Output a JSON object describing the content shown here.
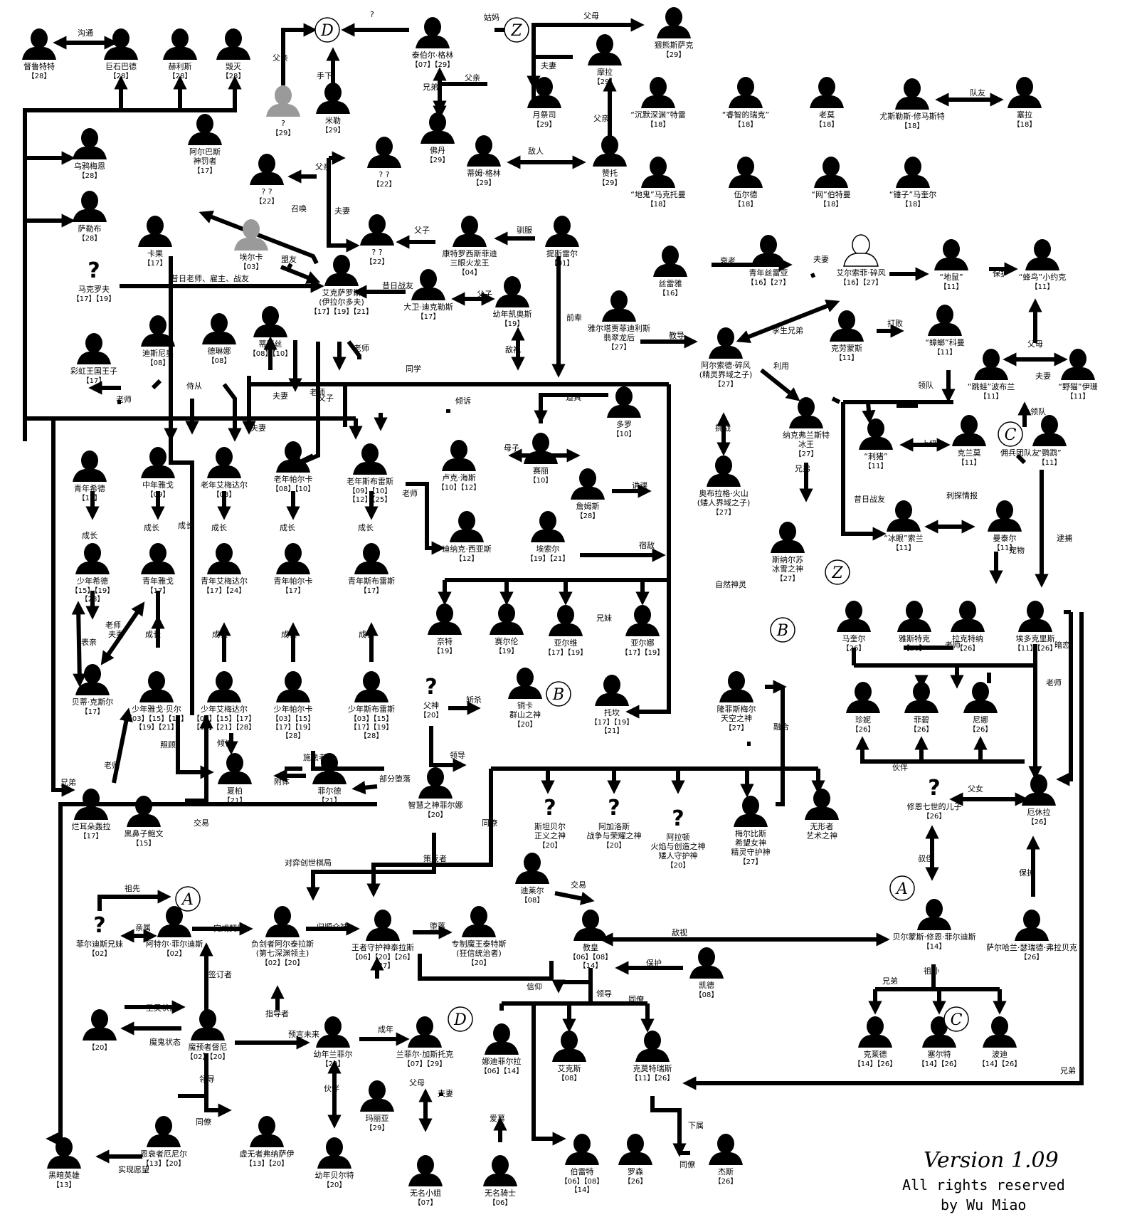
{
  "colors": {
    "ink": "#000000",
    "paper": "#ffffff",
    "grey": "#9a9a9a"
  },
  "nodes": [
    {
      "id": "dulute",
      "name": "督鲁特特",
      "tags": "【28】",
      "icon": "silhouette"
    },
    {
      "id": "jushibade",
      "name": "巨石巴德",
      "tags": "【28】",
      "icon": "silhouette"
    },
    {
      "id": "helisi",
      "name": "赫利斯",
      "tags": "【28】",
      "icon": "silhouette"
    },
    {
      "id": "huimie",
      "name": "毁灭",
      "tags": "【28】",
      "icon": "silhouette"
    },
    {
      "id": "q29",
      "name": "?",
      "tags": "【29】",
      "icon": "silhouette-grey"
    },
    {
      "id": "mile",
      "name": "米勒",
      "tags": "【29】",
      "icon": "silhouette"
    },
    {
      "id": "taibaier",
      "name": "泰伯尔·格林",
      "tags": "【07】【29】",
      "icon": "silhouette"
    },
    {
      "id": "foudan",
      "name": "佛丹",
      "tags": "【29】",
      "icon": "silhouette"
    },
    {
      "id": "dimu",
      "name": "蒂姆·格林",
      "tags": "【29】",
      "icon": "silhouette"
    },
    {
      "id": "yuejisi",
      "name": "月祭司",
      "tags": "【29】",
      "icon": "silhouette"
    },
    {
      "id": "mola",
      "name": "摩拉",
      "tags": "【29】",
      "icon": "silhouette"
    },
    {
      "id": "zantuo",
      "name": "赞托",
      "tags": "【29】",
      "icon": "silhouette"
    },
    {
      "id": "lixiong",
      "name": "猥熊斯萨克",
      "tags": "【29】",
      "icon": "silhouette"
    },
    {
      "id": "chenmo",
      "name": "“沉默深渊”特雷",
      "tags": "【18】",
      "icon": "silhouette"
    },
    {
      "id": "ruizhi",
      "name": "“睿智的瑞克”",
      "tags": "【18】",
      "icon": "silhouette"
    },
    {
      "id": "laomo",
      "name": "老莫",
      "tags": "【18】",
      "icon": "silhouette"
    },
    {
      "id": "yousi",
      "name": "尤斯勒斯·修马斯特",
      "tags": "【18】",
      "icon": "silhouette"
    },
    {
      "id": "saila",
      "name": "塞拉",
      "tags": "【18】",
      "icon": "silhouette"
    },
    {
      "id": "digui",
      "name": "“地鬼”马克托曼",
      "tags": "【18】",
      "icon": "silhouette"
    },
    {
      "id": "wuerde",
      "name": "伍尔德",
      "tags": "【18】",
      "icon": "silhouette"
    },
    {
      "id": "wang",
      "name": "“网”伯特曼",
      "tags": "【18】",
      "icon": "silhouette"
    },
    {
      "id": "chuizi",
      "name": "“锤子”马奎尔",
      "tags": "【18】",
      "icon": "silhouette"
    },
    {
      "id": "wuyameien",
      "name": "乌鸦梅恩",
      "tags": "【28】",
      "icon": "silhouette"
    },
    {
      "id": "salebu",
      "name": "萨勒布",
      "tags": "【28】",
      "icon": "silhouette"
    },
    {
      "id": "aerbasi",
      "name": "阿尔巴斯\n神罚者",
      "tags": "【17】",
      "icon": "silhouette"
    },
    {
      "id": "qq22a",
      "name": "? ?",
      "tags": "【22】",
      "icon": "silhouette"
    },
    {
      "id": "qq22b",
      "name": "? ?",
      "tags": "【22】",
      "icon": "silhouette"
    },
    {
      "id": "qq22c",
      "name": "? ?",
      "tags": "【22】",
      "icon": "silhouette"
    },
    {
      "id": "kangte",
      "name": "康特罗西斯菲迪\n三眼火龙王",
      "tags": "【04】",
      "icon": "silhouette"
    },
    {
      "id": "tisi",
      "name": "提斯雷尔",
      "tags": "【01】",
      "icon": "silhouette"
    },
    {
      "id": "kaguo",
      "name": "卡果",
      "tags": "【17】",
      "icon": "silhouette"
    },
    {
      "id": "aierka",
      "name": "埃尔卡",
      "tags": "【03】",
      "icon": "silhouette-grey"
    },
    {
      "id": "makeluofu",
      "name": "马克罗夫",
      "tags": "【17】【19】",
      "icon": "question"
    },
    {
      "id": "aike",
      "name": "艾克萨罗斯\n(伊拉尔多夫)",
      "tags": "【17】【19】【21】",
      "icon": "silhouette"
    },
    {
      "id": "dawei",
      "name": "大卫·迪克勒斯",
      "tags": "【17】",
      "icon": "silhouette"
    },
    {
      "id": "younian_kai",
      "name": "幼年凯奥斯",
      "tags": "【19】",
      "icon": "silhouette"
    },
    {
      "id": "sileiya",
      "name": "丝雷雅",
      "tags": "【16】",
      "icon": "silhouette"
    },
    {
      "id": "qn_sileiya",
      "name": "青年丝雷亚",
      "tags": "【16】【27】",
      "icon": "silhouette"
    },
    {
      "id": "aiersuofei",
      "name": "艾尔索菲·碎风",
      "tags": "【16】【27】",
      "icon": "silhouette-outline"
    },
    {
      "id": "dishu",
      "name": "“地鼠”",
      "tags": "【11】",
      "icon": "silhouette"
    },
    {
      "id": "fengniao",
      "name": "“蜂鸟”小约克",
      "tags": "【11】",
      "icon": "silhouette"
    },
    {
      "id": "caihong",
      "name": "彩虹王国王子",
      "tags": "【17】",
      "icon": "silhouette"
    },
    {
      "id": "disini",
      "name": "迪斯尼奥",
      "tags": "【08】",
      "icon": "silhouette"
    },
    {
      "id": "delinna",
      "name": "德琳娜",
      "tags": "【08】",
      "icon": "silhouette"
    },
    {
      "id": "dilisi",
      "name": "蒂丽丝",
      "tags": "【08】【10】",
      "icon": "silhouette"
    },
    {
      "id": "yanuota",
      "name": "雅尔塔贾菲迪利斯\n翡翠龙后",
      "tags": "【27】",
      "icon": "silhouette"
    },
    {
      "id": "aersuode",
      "name": "阿尔索德·碎风\n(精灵界域之子)",
      "tags": "【27】",
      "icon": "silhouette"
    },
    {
      "id": "kelaomengsi",
      "name": "克劳蒙斯",
      "tags": "【11】",
      "icon": "silhouette"
    },
    {
      "id": "zhangluo",
      "name": "“蟑螂”科曼",
      "tags": "【11】",
      "icon": "silhouette"
    },
    {
      "id": "tiaowa",
      "name": "“跳蛙”波布兰",
      "tags": "【11】",
      "icon": "silhouette"
    },
    {
      "id": "yemao",
      "name": "“野猫”伊珊",
      "tags": "【11】",
      "icon": "silhouette"
    },
    {
      "id": "qn_xide",
      "name": "青年希德",
      "tags": "【17】",
      "icon": "silhouette"
    },
    {
      "id": "zn_yage",
      "name": "中年雅戈",
      "tags": "【09】",
      "icon": "silhouette"
    },
    {
      "id": "ln_aimeida",
      "name": "老年艾梅达尔",
      "tags": "【08】",
      "icon": "silhouette"
    },
    {
      "id": "ln_paerka",
      "name": "老年帕尔卡",
      "tags": "【08】【10】",
      "icon": "silhouette"
    },
    {
      "id": "ln_sibu",
      "name": "老年斯布雷斯",
      "tags": "【09】【10】\n【12】【25】",
      "icon": "silhouette"
    },
    {
      "id": "luka",
      "name": "卢克·海斯",
      "tags": "【10】【12】",
      "icon": "silhouette"
    },
    {
      "id": "sailiya",
      "name": "赛丽",
      "tags": "【10】",
      "icon": "silhouette"
    },
    {
      "id": "duoluo",
      "name": "多罗",
      "tags": "【10】",
      "icon": "silhouette"
    },
    {
      "id": "zhanmusi",
      "name": "詹姆斯",
      "tags": "【28】",
      "icon": "silhouette"
    },
    {
      "id": "nakefu",
      "name": "纳克弗兰斯特\n冰王",
      "tags": "【27】",
      "icon": "silhouette"
    },
    {
      "id": "aobula",
      "name": "奥布拉格·火山\n(矮人界域之子)",
      "tags": "【27】",
      "icon": "silhouette"
    },
    {
      "id": "ciyou",
      "name": "“刺猪”",
      "tags": "【11】",
      "icon": "silhouette"
    },
    {
      "id": "kelanmo",
      "name": "克兰莫",
      "tags": "【11】",
      "icon": "silhouette"
    },
    {
      "id": "yingwu",
      "name": "“鹦鹉”",
      "tags": "【11】",
      "icon": "silhouette"
    },
    {
      "id": "bingyan",
      "name": "“冰眼”索兰",
      "tags": "【11】",
      "icon": "silhouette"
    },
    {
      "id": "mantaier",
      "name": "曼泰尔",
      "tags": "【11】",
      "icon": "silhouette"
    },
    {
      "id": "sn_xide",
      "name": "少年希德",
      "tags": "【15】【19】\n【28】",
      "icon": "silhouette"
    },
    {
      "id": "qn_yage",
      "name": "青年雅戈",
      "tags": "【17】",
      "icon": "silhouette"
    },
    {
      "id": "qn_aimeida",
      "name": "青年艾梅达尔",
      "tags": "【17】【24】",
      "icon": "silhouette"
    },
    {
      "id": "qn_paerka",
      "name": "青年帕尔卡",
      "tags": "【17】",
      "icon": "silhouette"
    },
    {
      "id": "qn_sibu",
      "name": "青年斯布雷斯",
      "tags": "【17】",
      "icon": "silhouette"
    },
    {
      "id": "dinake",
      "name": "迪纳克·西亚斯",
      "tags": "【12】",
      "icon": "silhouette"
    },
    {
      "id": "aisuoer",
      "name": "埃索尔",
      "tags": "【19】【21】",
      "icon": "silhouette"
    },
    {
      "id": "sinaer",
      "name": "斯纳尔苏\n冰雪之神",
      "tags": "【27】",
      "icon": "silhouette"
    },
    {
      "id": "makuier",
      "name": "马奎尔",
      "tags": "【26】",
      "icon": "silhouette"
    },
    {
      "id": "yasite",
      "name": "雅斯特克",
      "tags": "【26】",
      "icon": "silhouette"
    },
    {
      "id": "lakete",
      "name": "拉克特纳",
      "tags": "【26】",
      "icon": "silhouette"
    },
    {
      "id": "aiduoli",
      "name": "埃多克里斯",
      "tags": "【11】【26】",
      "icon": "silhouette"
    },
    {
      "id": "naite",
      "name": "奈特",
      "tags": "【19】",
      "icon": "silhouette"
    },
    {
      "id": "saierlun",
      "name": "赛尔伦",
      "tags": "【19】",
      "icon": "silhouette"
    },
    {
      "id": "yaerwei",
      "name": "亚尔维",
      "tags": "【17】【19】",
      "icon": "silhouette"
    },
    {
      "id": "yaerna",
      "name": "亚尔娜",
      "tags": "【17】【19】",
      "icon": "silhouette"
    },
    {
      "id": "beidi",
      "name": "贝蒂·克斯尔",
      "tags": "【17】",
      "icon": "silhouette"
    },
    {
      "id": "sn_yage",
      "name": "少年雅戈·贝尔",
      "tags": "【03】【15】【17】\n【19】【21】",
      "icon": "silhouette"
    },
    {
      "id": "sn_aimeida",
      "name": "少年艾梅达尔",
      "tags": "【03】【15】【17】\n【19】【21】【28】",
      "icon": "silhouette"
    },
    {
      "id": "sn_paerka",
      "name": "少年帕尔卡",
      "tags": "【03】【15】\n【17】【19】\n【28】",
      "icon": "silhouette"
    },
    {
      "id": "sn_sibu",
      "name": "少年斯布雷斯",
      "tags": "【03】【15】\n【17】【19】\n【28】",
      "icon": "silhouette"
    },
    {
      "id": "fushen",
      "name": "父神",
      "tags": "【20】",
      "icon": "question"
    },
    {
      "id": "tongka",
      "name": "铜卡\n群山之神",
      "tags": "【20】",
      "icon": "silhouette"
    },
    {
      "id": "tuokan",
      "name": "托坎",
      "tags": "【17】【19】\n【21】",
      "icon": "silhouette"
    },
    {
      "id": "longfeisi",
      "name": "隆菲斯梅尔\n天空之神",
      "tags": "【27】",
      "icon": "silhouette"
    },
    {
      "id": "zhenni",
      "name": "珍妮",
      "tags": "【26】",
      "icon": "silhouette"
    },
    {
      "id": "feibi",
      "name": "菲碧",
      "tags": "【26】",
      "icon": "silhouette"
    },
    {
      "id": "nina",
      "name": "尼娜",
      "tags": "【26】",
      "icon": "silhouette"
    },
    {
      "id": "xiabo",
      "name": "夏柏",
      "tags": "【21】",
      "icon": "silhouette"
    },
    {
      "id": "feierde",
      "name": "菲尔德",
      "tags": "【21】",
      "icon": "silhouette"
    },
    {
      "id": "zhihui",
      "name": "智慧之神菲尔娜",
      "tags": "【20】",
      "icon": "silhouette"
    },
    {
      "id": "sitan",
      "name": "斯坦贝尔\n正义之神",
      "tags": "【20】",
      "icon": "question"
    },
    {
      "id": "ajialuo",
      "name": "阿加洛斯\n战争与荣耀之神",
      "tags": "【20】",
      "icon": "question"
    },
    {
      "id": "aladun",
      "name": "阿拉顿\n火焰与创造之神\n矮人守护神",
      "tags": "【20】",
      "icon": "question"
    },
    {
      "id": "meierbisi",
      "name": "梅尔比斯\n希望女神\n精灵守护神",
      "tags": "【27】",
      "icon": "silhouette"
    },
    {
      "id": "wuxingzhe",
      "name": "无形者\n艺术之神",
      "tags": "",
      "icon": "silhouette"
    },
    {
      "id": "xiuen",
      "name": "修恩七世的儿子",
      "tags": "【26】",
      "icon": "question"
    },
    {
      "id": "exiula",
      "name": "厄休拉",
      "tags": "【26】",
      "icon": "silhouette"
    },
    {
      "id": "lanerduo",
      "name": "烂耳朵轰拉",
      "tags": "【17】",
      "icon": "silhouette"
    },
    {
      "id": "heibizi",
      "name": "黑鼻子鲍文",
      "tags": "【15】",
      "icon": "silhouette"
    },
    {
      "id": "feierdisi",
      "name": "菲尔迪斯兄妹",
      "tags": "【02】",
      "icon": "question"
    },
    {
      "id": "ateer",
      "name": "阿特尔·菲尔迪斯",
      "tags": "【02】",
      "icon": "silhouette"
    },
    {
      "id": "fujianzhe",
      "name": "负剑者阿尔泰拉斯\n(第七深渊领主)",
      "tags": "【02】【20】",
      "icon": "silhouette"
    },
    {
      "id": "wangzhe",
      "name": "王者守护神泰拉斯",
      "tags": "【06】【20】【26】\n【27】",
      "icon": "silhouette"
    },
    {
      "id": "zhuanzhi",
      "name": "专制魔王泰特斯\n(狂信统治者)",
      "tags": "【20】",
      "icon": "silhouette"
    },
    {
      "id": "dilaier",
      "name": "迪莱尔",
      "tags": "【08】",
      "icon": "silhouette"
    },
    {
      "id": "jiaohuang",
      "name": "教皇",
      "tags": "【06】【08】\n【14】",
      "icon": "silhouette"
    },
    {
      "id": "kaide",
      "name": "凯德",
      "tags": "【08】",
      "icon": "silhouette"
    },
    {
      "id": "beiermeng",
      "name": "贝尔蒙斯·修恩·菲尔迪斯",
      "tags": "【14】",
      "icon": "silhouette"
    },
    {
      "id": "saerhala",
      "name": "萨尔哈兰·瑟瑞德·弗拉贝克",
      "tags": "【26】",
      "icon": "silhouette"
    },
    {
      "id": "q20",
      "name": "",
      "tags": "【20】",
      "icon": "silhouette"
    },
    {
      "id": "moyuzhe",
      "name": "魔预者督尼",
      "tags": "【02】【20】",
      "icon": "silhouette"
    },
    {
      "id": "younian_lanfei",
      "name": "幼年兰菲尔",
      "tags": "【20】",
      "icon": "silhouette"
    },
    {
      "id": "lanfeier",
      "name": "兰菲尔·加斯托克",
      "tags": "【07】【29】",
      "icon": "silhouette"
    },
    {
      "id": "nadi",
      "name": "娜迪菲尔拉",
      "tags": "【06】【14】",
      "icon": "silhouette"
    },
    {
      "id": "aikesi",
      "name": "艾克斯",
      "tags": "【08】",
      "icon": "silhouette"
    },
    {
      "id": "kemote",
      "name": "克莫特瑞斯",
      "tags": "【11】【26】",
      "icon": "silhouette"
    },
    {
      "id": "kelaide",
      "name": "克莱德",
      "tags": "【14】【26】",
      "icon": "silhouette"
    },
    {
      "id": "saierte",
      "name": "塞尔特",
      "tags": "【14】【26】",
      "icon": "silhouette"
    },
    {
      "id": "bodi",
      "name": "波迪",
      "tags": "【14】【26】",
      "icon": "silhouette"
    },
    {
      "id": "heian",
      "name": "黑暗英雄",
      "tags": "【13】",
      "icon": "silhouette"
    },
    {
      "id": "enaizhe",
      "name": "恩衰者厄尼尔",
      "tags": "【13】【20】",
      "icon": "silhouette"
    },
    {
      "id": "xuwuzhe",
      "name": "虚无者弗纳萨伊",
      "tags": "【13】【20】",
      "icon": "silhouette"
    },
    {
      "id": "younian_beier",
      "name": "幼年贝尔特",
      "tags": "【20】",
      "icon": "silhouette"
    },
    {
      "id": "maliya",
      "name": "玛丽亚",
      "tags": "【29】",
      "icon": "silhouette"
    },
    {
      "id": "wuming_xj",
      "name": "无名小姐",
      "tags": "【07】",
      "icon": "silhouette"
    },
    {
      "id": "wuming_qs",
      "name": "无名骑士",
      "tags": "【06】",
      "icon": "silhouette"
    },
    {
      "id": "boleite",
      "name": "伯雷特",
      "tags": "【06】【08】\n【14】",
      "icon": "silhouette"
    },
    {
      "id": "luosen",
      "name": "罗森",
      "tags": "【26】",
      "icon": "silhouette"
    },
    {
      "id": "jiesi",
      "name": "杰斯",
      "tags": "【26】",
      "icon": "silhouette"
    }
  ],
  "edge_labels": [
    "沟通",
    "?",
    "姑妈",
    "父母",
    "父亲",
    "手下",
    "夫妻",
    "兄弟",
    "父亲",
    "父亲",
    "敌人",
    "队友",
    "父亲",
    "夫妻",
    "父子",
    "驯服",
    "召唤",
    "盟友",
    "昔日老师、雇主、战友",
    "昔日战友",
    "父子",
    "前辈",
    "衰老",
    "夫妻",
    "保护",
    "教导",
    "孪生兄弟",
    "打败",
    "父母",
    "夫妻",
    "利用",
    "同学",
    "老师",
    "侍从",
    "夫妻",
    "父子",
    "老师",
    "敌视",
    "夫妻",
    "老师",
    "倾诉",
    "道具",
    "领队",
    "领队",
    "母子",
    "讲课",
    "老师",
    "宿敌",
    "挑战",
    "兄弟",
    "上级",
    "佣兵团队友",
    "昔日战友",
    "刺探情报",
    "逮捕",
    "宠物",
    "成长",
    "成长",
    "成长",
    "成长",
    "成长",
    "成长",
    "老师",
    "自然神灵",
    "兄妹",
    "表亲",
    "夫妻",
    "成长",
    "成长",
    "成长",
    "成长",
    "老师",
    "暗恋",
    "老师",
    "斩杀",
    "领导",
    "融合",
    "伙伴",
    "父女",
    "照顾",
    "倾诉",
    "施法者",
    "附体",
    "部分堕落",
    "兄弟",
    "老师",
    "交易",
    "同僚",
    "策反者",
    "对弈创世棋局",
    "叔侄",
    "保护",
    "祖先",
    "亲属",
    "完成契约",
    "归顺众神",
    "堕落",
    "交易",
    "敌视",
    "签订者",
    "保护",
    "圣灵状态",
    "魔鬼状态",
    "指导者",
    "信仰",
    "领导",
    "同僚",
    "祖孙",
    "兄弟",
    "预言未来",
    "成年",
    "领导",
    "同僚",
    "伙伴",
    "父母",
    "夫妻",
    "爱慕",
    "下属",
    "同僚",
    "实现愿望",
    "兄弟"
  ],
  "letter_badges": [
    "D",
    "Z",
    "Z",
    "B",
    "B",
    "C",
    "A",
    "A",
    "D",
    "C"
  ],
  "version": {
    "line1": "Version 1.09",
    "line2": "All rights reserved",
    "line3": "by Wu Miao"
  }
}
